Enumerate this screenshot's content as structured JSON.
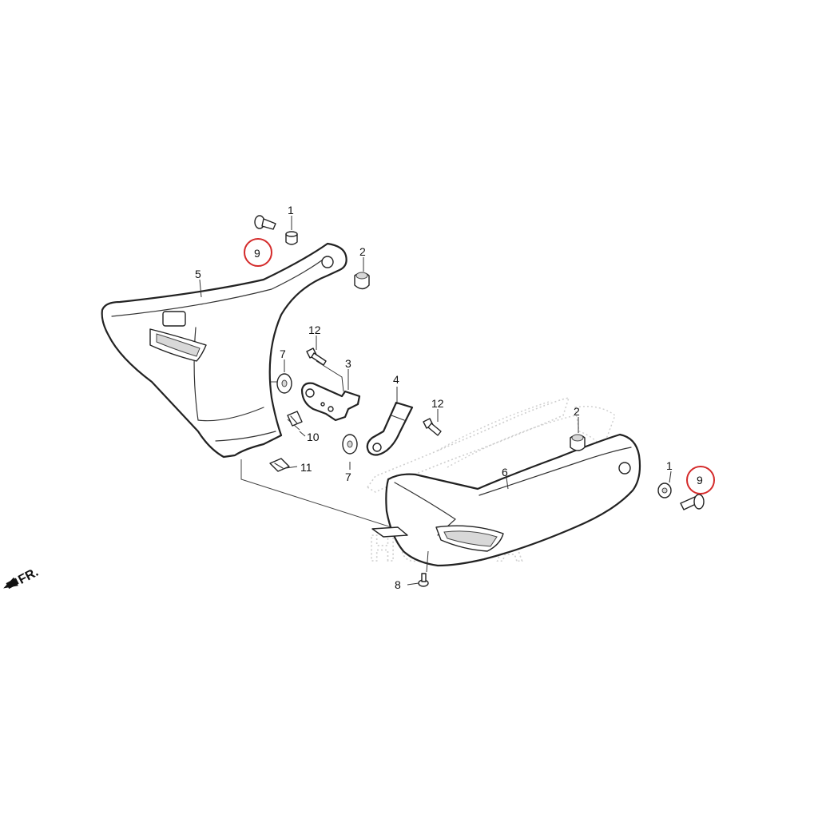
{
  "colors": {
    "line": "#222222",
    "highlight": "#d42a2a",
    "watermark": "#c9c9c9"
  },
  "watermark": {
    "text": "HONDA"
  },
  "direction": {
    "label": "FR."
  },
  "callouts": {
    "c9_left": "9",
    "c1_left": "1",
    "c2_left": "2",
    "c5": "5",
    "c12_top": "12",
    "c7_upper": "7",
    "c3": "3",
    "c10": "10",
    "c4": "4",
    "c12_mid": "12",
    "c11": "11",
    "c7_lower": "7",
    "c2_right": "2",
    "c6": "6",
    "c1_right": "1",
    "c9_right": "9",
    "c8": "8"
  }
}
